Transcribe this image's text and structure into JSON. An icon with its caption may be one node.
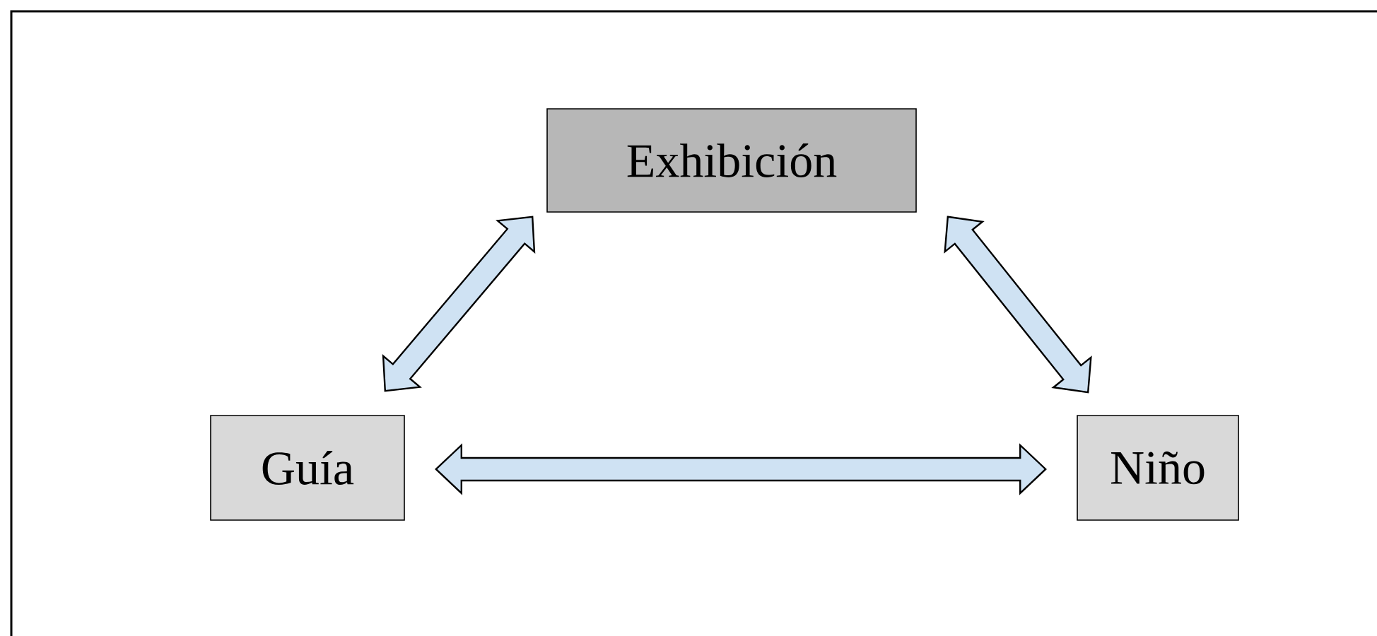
{
  "diagram": {
    "nodes": [
      {
        "text": [
          "Exhibición"
        ]
      },
      {
        "text": [
          "Guía"
        ]
      },
      {
        "text": [
          "Niño"
        ]
      }
    ],
    "edges": [
      {
        "from": 1,
        "to": 0,
        "arrow": "both"
      },
      {
        "from": 0,
        "to": 2,
        "arrow": "both"
      },
      {
        "from": 1,
        "to": 2,
        "arrow": "both"
      }
    ]
  }
}
